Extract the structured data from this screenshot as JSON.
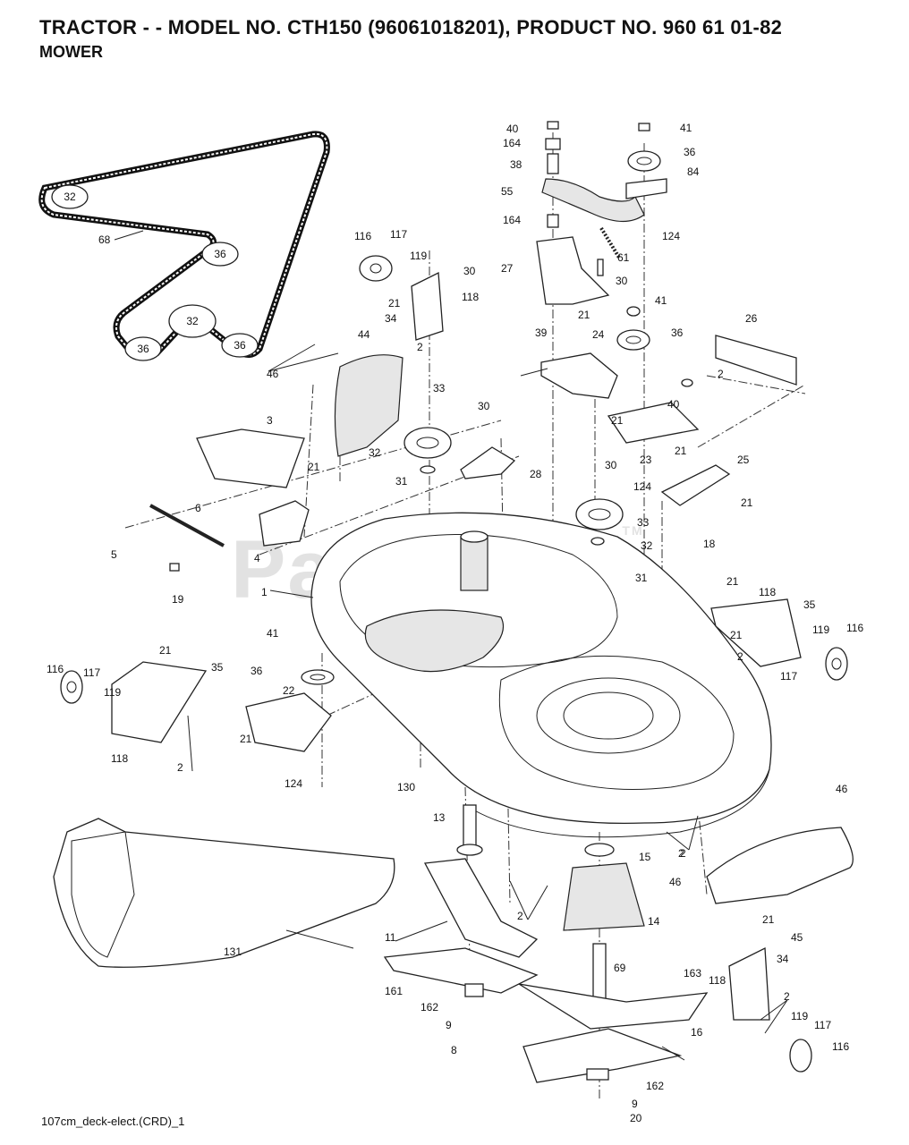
{
  "header": {
    "title": "TRACTOR - - MODEL NO. CTH150 (96061018201), PRODUCT NO. 960 61 01-82",
    "subtitle": "MOWER"
  },
  "footer": {
    "code": "107cm_deck-elect.(CRD)_1"
  },
  "watermark": {
    "text": "PartsTree",
    "mark": "TM"
  },
  "belt_labels": [
    "32",
    "36",
    "32",
    "36",
    "36"
  ],
  "callouts": [
    "40",
    "164",
    "38",
    "55",
    "164",
    "41",
    "36",
    "84",
    "124",
    "61",
    "30",
    "27",
    "30",
    "21",
    "39",
    "41",
    "36",
    "24",
    "26",
    "2",
    "40",
    "21",
    "21",
    "23",
    "30",
    "124",
    "25",
    "21",
    "33",
    "32",
    "31",
    "18",
    "116",
    "117",
    "119",
    "21",
    "34",
    "118",
    "2",
    "68",
    "46",
    "44",
    "33",
    "30",
    "32",
    "31",
    "28",
    "3",
    "21",
    "6",
    "5",
    "4",
    "19",
    "1",
    "21",
    "118",
    "35",
    "21",
    "119",
    "116",
    "2",
    "117",
    "116",
    "117",
    "119",
    "118",
    "21",
    "35",
    "2",
    "41",
    "36",
    "22",
    "21",
    "124",
    "130",
    "13",
    "15",
    "2",
    "2",
    "14",
    "11",
    "131",
    "161",
    "69",
    "162",
    "9",
    "8",
    "163",
    "16",
    "162",
    "9",
    "20",
    "46",
    "2",
    "46",
    "45",
    "21",
    "34",
    "118",
    "2",
    "119",
    "117",
    "116"
  ]
}
